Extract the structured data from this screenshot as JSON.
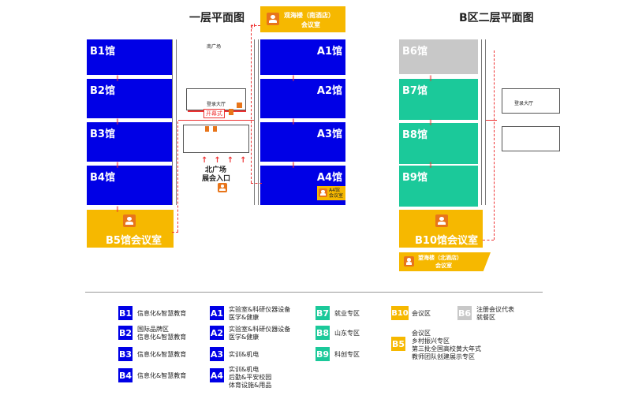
{
  "colors": {
    "blue": "#0000e6",
    "green": "#1bc99a",
    "yellow": "#f6b800",
    "gray": "#c8c8c8",
    "red": "#e33333",
    "orange": "#e8751a"
  },
  "titles": {
    "floor1": "一层平面图",
    "b_floor2": "B区二层平面图"
  },
  "floor1": {
    "halls_left": [
      "B1馆",
      "B2馆",
      "B3馆",
      "B4馆"
    ],
    "halls_right": [
      "A1馆",
      "A2馆",
      "A3馆",
      "A4馆"
    ],
    "b5": "B5馆会议室",
    "top_box": {
      "line1": "观海楼（南酒店）",
      "line2": "会议室"
    },
    "south_square": "南广场",
    "registration": "登录大厅",
    "opening": "开幕式",
    "north_square": "北广场",
    "entrance": "展会入口",
    "a4_meeting": {
      "line1": "A4馆",
      "line2": "会议室"
    }
  },
  "floor2": {
    "halls": [
      "B6馆",
      "B7馆",
      "B8馆",
      "B9馆"
    ],
    "b10": "B10馆会议室",
    "registration": "登录大厅",
    "bottom_box": {
      "line1": "望海楼（北酒店）",
      "line2": "会议室"
    }
  },
  "legend": {
    "col1": [
      {
        "badge": "B1",
        "text": "信息化&智慧教育"
      },
      {
        "badge": "B2",
        "text": "国际品牌区\n信息化&智慧教育"
      },
      {
        "badge": "B3",
        "text": "信息化&智慧教育"
      },
      {
        "badge": "B4",
        "text": "信息化&智慧教育"
      }
    ],
    "col2": [
      {
        "badge": "A1",
        "text": "实验室&科研仪器设备\n医学&健康"
      },
      {
        "badge": "A2",
        "text": "实验室&科研仪器设备\n医学&健康"
      },
      {
        "badge": "A3",
        "text": "实训&机电"
      },
      {
        "badge": "A4",
        "text": "实训&机电\n后勤&平安校园\n体育设施&用品"
      }
    ],
    "col3": [
      {
        "badge": "B7",
        "text": "就业专区"
      },
      {
        "badge": "B8",
        "text": "山东专区"
      },
      {
        "badge": "B9",
        "text": "科创专区"
      }
    ],
    "col4": [
      {
        "badge": "B10",
        "text": "会议区"
      },
      {
        "badge": "B5",
        "text": "会议区\n乡村振兴专区\n第三批全国高校黄大年式\n教师团队创建展示专区"
      }
    ],
    "col5": [
      {
        "badge": "B6",
        "text": "注册会议代表\n就餐区"
      }
    ]
  }
}
